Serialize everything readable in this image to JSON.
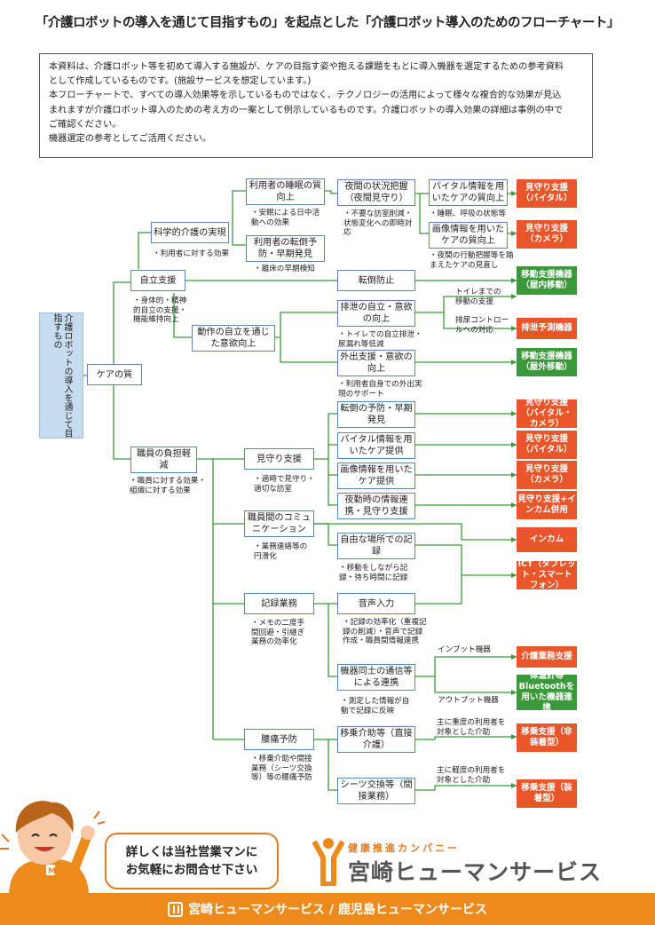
{
  "title": "「介護ロボットの導入を通じて目指すもの」を起点とした「介護ロボット導入のためのフローチャート」",
  "intro": [
    "本資料は、介護ロボット等を初めて導入する施設が、ケアの目指す姿や抱える課題をもとに導入機器を選定するための参考資料",
    "として作成しているものです。(施設サービスを想定しています。)",
    "本フローチャートで、すべての導入効果等を示しているものではなく、テクノロジーの活用によって様々な複合的な効果が見込",
    "まれますが介護ロボット導入のための考え方の一案として例示しているものです。介護ロボットの導入効果の詳細は事例の中で",
    "ご確認ください。",
    "機器選定の参考としてご活用ください。"
  ],
  "root": "介護ロボットの導入を通じて目指すもの",
  "nodes": {
    "care_quality": "ケアの質",
    "independence": "自立支援",
    "scientific_care": "科学的介護の実現",
    "sleep_quality": "利用者の睡眠の質向上",
    "fall_prediction": "利用者の転倒予防・早期発見",
    "night_monitoring": "夜間の状況把握（夜間見守り）",
    "vital_care": "バイタル情報を用いたケアの質向上",
    "image_care": "画像情報を用いたケアの質向上",
    "fall_prevention": "転倒防止",
    "motion_motivation": "動作の自立を通じた意欲向上",
    "excretion_motivation": "排泄の自立・意欲の向上",
    "outing_motivation": "外出支援・意欲の向上",
    "staff_burden": "職員の負担軽減",
    "watch_support": "見守り支援",
    "fall_early": "転倒の予防・早期発見",
    "vital_provide": "バイタル情報を用いたケア提供",
    "image_provide": "画像情報を用いたケア提供",
    "night_link": "夜勤時の情報連携・見守り支援",
    "staff_comm": "職員間のコミュニケーション",
    "free_record": "自由な場所での記録",
    "records": "記録業務",
    "voice_input": "音声入力",
    "device_link": "機器同士の通信等による連携",
    "back_pain": "腰痛予防",
    "transfer_direct": "移乗介助等（直接介護）",
    "sheet_change": "シーツ交換等（間接業務）"
  },
  "results": {
    "r1": "見守り支援（バイタル）",
    "r2": "見守り支援（カメラ）",
    "r3": "移動支援機器（屋内移動）",
    "r4": "排泄予測機器",
    "r5": "移動支援機器（屋外移動）",
    "r6": "見守り支援（バイタル・カメラ）",
    "r7": "見守り支援（バイタル）",
    "r8": "見守り支援（カメラ）",
    "r9": "見守り支援+インカム併用",
    "r10": "インカム",
    "r11": "ICT（タブレット・スマートフォン）",
    "r12": "介護業務支援",
    "r13": "体温計等Bluetoothを用いた機器連携",
    "r14": "移乗支援（非装着型）",
    "r15": "移乗支援（装着型）"
  },
  "notes": {
    "n_sci": "・利用者に対する効果",
    "n_sleep": "・安眠による日中活動への効果",
    "n_fall_early": "・離床の早期検知",
    "n_night": "・不要な訪室削減・状態変化への即時対応",
    "n_vital": "・睡眠、呼吸の状態等",
    "n_image": "・夜間の行動把握等を踏まえたケアの見直し",
    "n_indep": "・身体的・精神的自立の支援・機能維持向上",
    "n_toilet_move": "トイレまでの移動の支援",
    "n_excretion_ctrl": "排尿コントロールへの対応",
    "n_toilet_self": "・トイレでの自立排泄・尿漏れ等低減",
    "n_outing": "・利用者自身での外出実現のサポート",
    "n_staff": "・職員に対する効果・組織に対する効果",
    "n_watch": "・適時で見守り・適切な訪室",
    "n_comm": "・業務連絡等の円滑化",
    "n_free_record": "・移動をしながら記録・待ち時間に記録",
    "n_records": "・メモの二度手間回避・引継ぎ業務の効率化",
    "n_voice": "・記録の効率化（重複記録の削減）・音声で記録作成・職員間情報連携",
    "n_input": "インプット機器",
    "n_output": "アウトプット機器",
    "n_device": "・測定した情報が自動で記録に反映",
    "n_heavy": "主に重度の利用者を対象とした介助",
    "n_light": "主に軽度の利用者を対象とした介助",
    "n_back": "・移乗介助や間接業務（シーツ交換等）等の腰痛予防"
  },
  "bubble": [
    "詳しくは当社営業マンに",
    "お気軽にお問合せ下さい"
  ],
  "brand": {
    "tagline": "健康推進カンパニー",
    "name": "宮崎ヒューマンサービス"
  },
  "footer": "宮崎ヒューマンサービス / 鹿児島ヒューマンサービス",
  "colors": {
    "result_red": "#e8562a",
    "result_green": "#3a9a3a",
    "line_green": "#3a9a3a",
    "box_border": "#5a86b8",
    "root_fill": "#c7dcef",
    "footer": "#ec8a1c"
  }
}
